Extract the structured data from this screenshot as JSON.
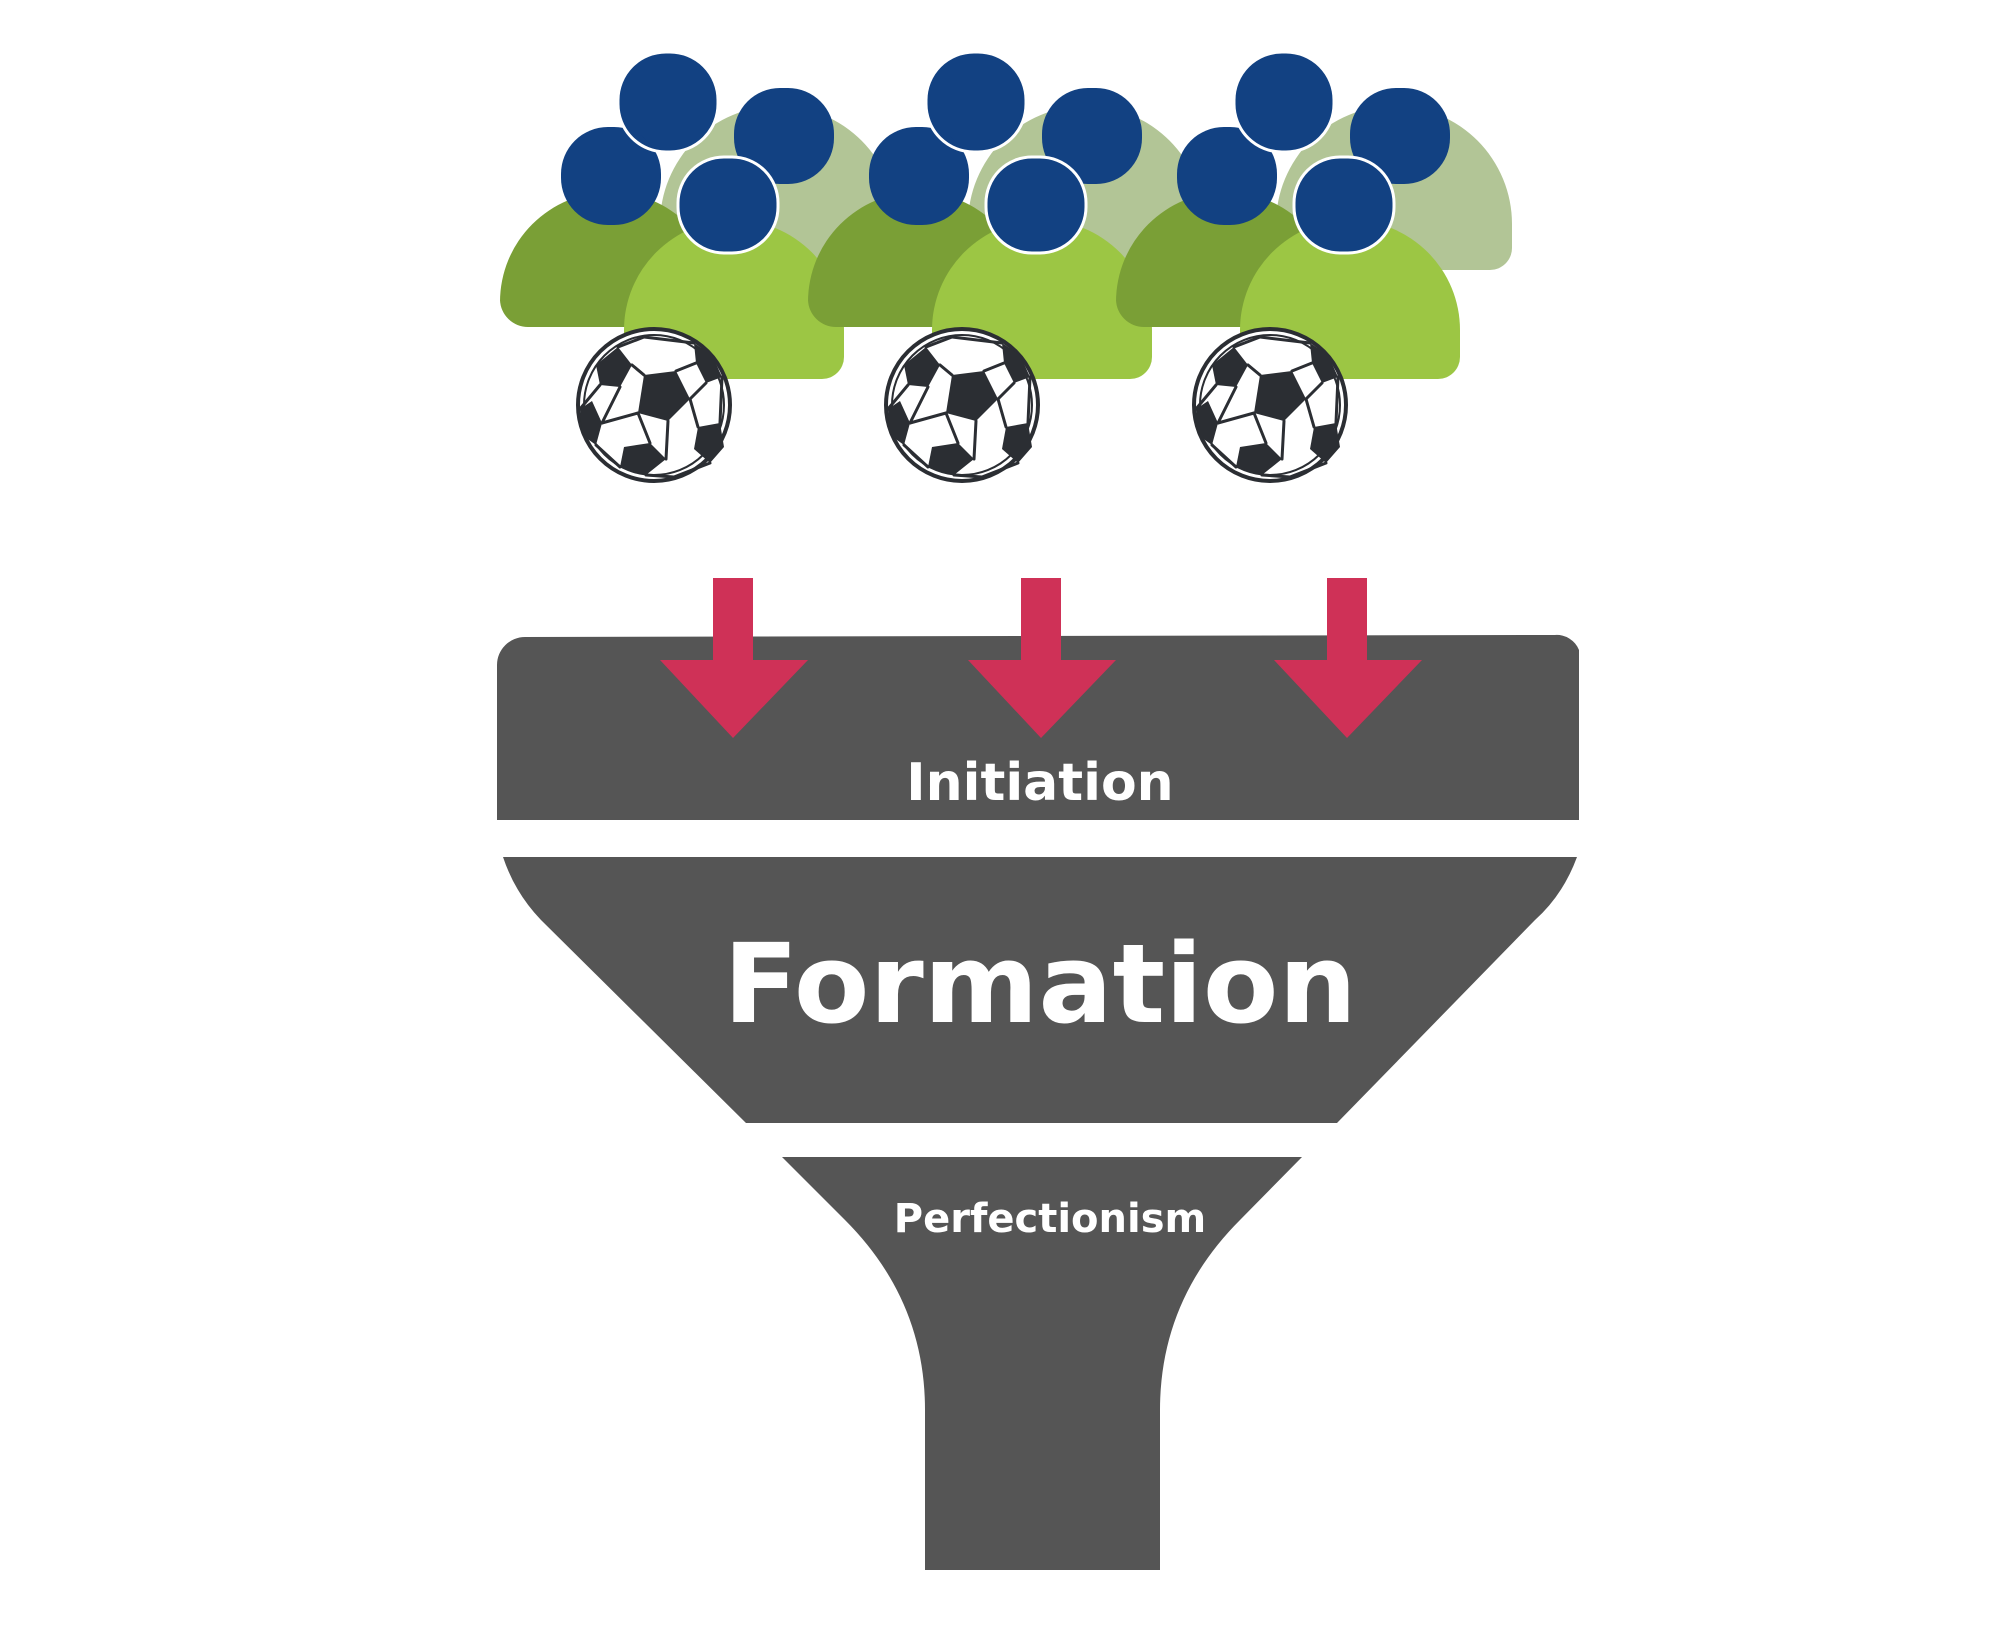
{
  "funnel": {
    "stages": [
      {
        "label": "Initiation"
      },
      {
        "label": "Formation"
      },
      {
        "label": "Perfectionism"
      }
    ]
  },
  "icons": {
    "person": "person-icon",
    "ball": "soccer-ball-icon",
    "arrow": "down-arrow-icon"
  },
  "colors": {
    "background": "#ffffff",
    "funnel": "#555555",
    "arrow": "#cf3157",
    "head": "#124182",
    "body_dark": "#7a9f36",
    "body_light": "#b2c596",
    "body_bright": "#9cc644"
  }
}
